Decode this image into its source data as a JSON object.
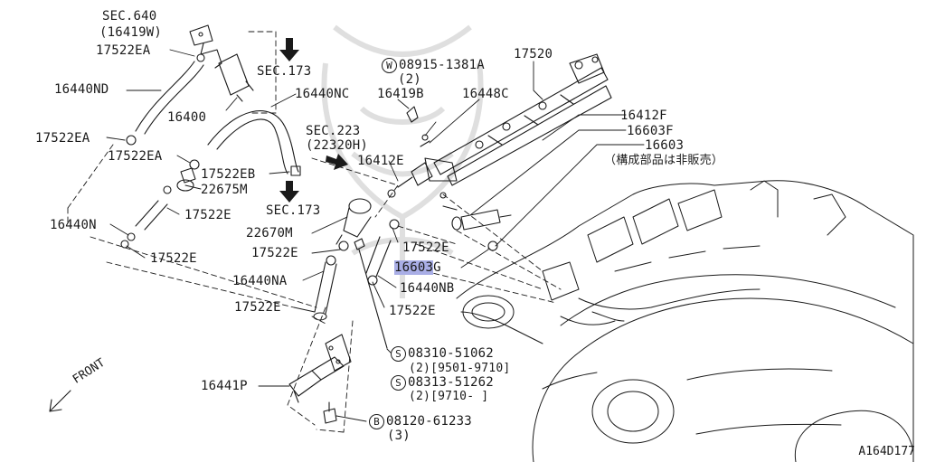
{
  "diagram_ref": "A164D177",
  "front_label": "FRONT",
  "labels": {
    "sec640": "SEC.640",
    "p16419w": "(16419W)",
    "p17522ea_top": "17522EA",
    "p16440nd": "16440ND",
    "p16400": "16400",
    "sec173_top": "SEC.173",
    "p16440nc": "16440NC",
    "p17522ea_left": "17522EA",
    "p17522ea_mid": "17522EA",
    "sec223": "SEC.223",
    "p22320h": "(22320H)",
    "p17522eb": "17522EB",
    "p22675m": "22675M",
    "p17522e_a": "17522E",
    "p16440n": "16440N",
    "sec173_mid": "SEC.173",
    "p22670m": "22670M",
    "p17522e_b": "17522E",
    "p17522e_c": "17522E",
    "p16440na": "16440NA",
    "p17522e_d": "17522E",
    "p16441p": "16441P",
    "w08915": "08915-1381A",
    "w08915_qty": "(2)",
    "p16419b": "16419B",
    "p16448c": "16448C",
    "p17520": "17520",
    "p16412f": "16412F",
    "p16603f": "16603F",
    "p16603": "16603",
    "p16603_note": "（構成部品は非販売）",
    "p16412e": "16412E",
    "p17522e_e": "17522E",
    "p16603g_main": "16603",
    "p16603g_suffix": "G",
    "p16440nb": "16440NB",
    "p17522e_f": "17522E",
    "s08310": "08310-51062",
    "s08310_note": "(2)[9501-9710]",
    "s08313": "08313-51262",
    "s08313_note": "(2)[9710-      ]",
    "b08120": "08120-61233",
    "b08120_qty": "(3)"
  },
  "circle_symbols": {
    "w": "W",
    "s1": "S",
    "s2": "S",
    "b": "B"
  },
  "highlight_color": "#a9aee6"
}
